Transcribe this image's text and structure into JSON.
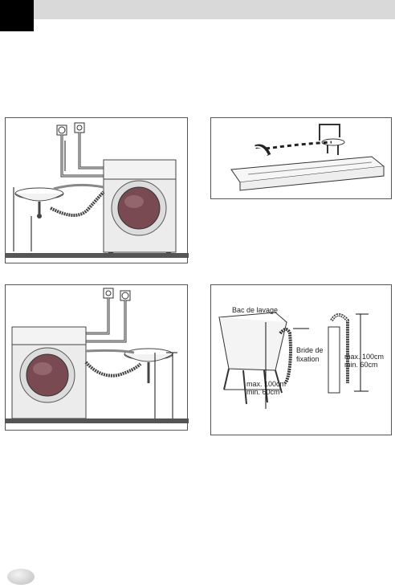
{
  "figures": {
    "fig4": {
      "labels": {
        "tub": "Bac de lavage",
        "hose_clip": "Bride de fixation",
        "height_tub": "max. 100cm\nmin. 60cm",
        "height_side": "max. 100cm\nmin. 60cm"
      }
    }
  },
  "colors": {
    "header_bar": "#d9d9d9",
    "header_block": "#000000",
    "machine_body": "#ececec",
    "door_glass": "#7a4a52",
    "floor": "#555555"
  }
}
